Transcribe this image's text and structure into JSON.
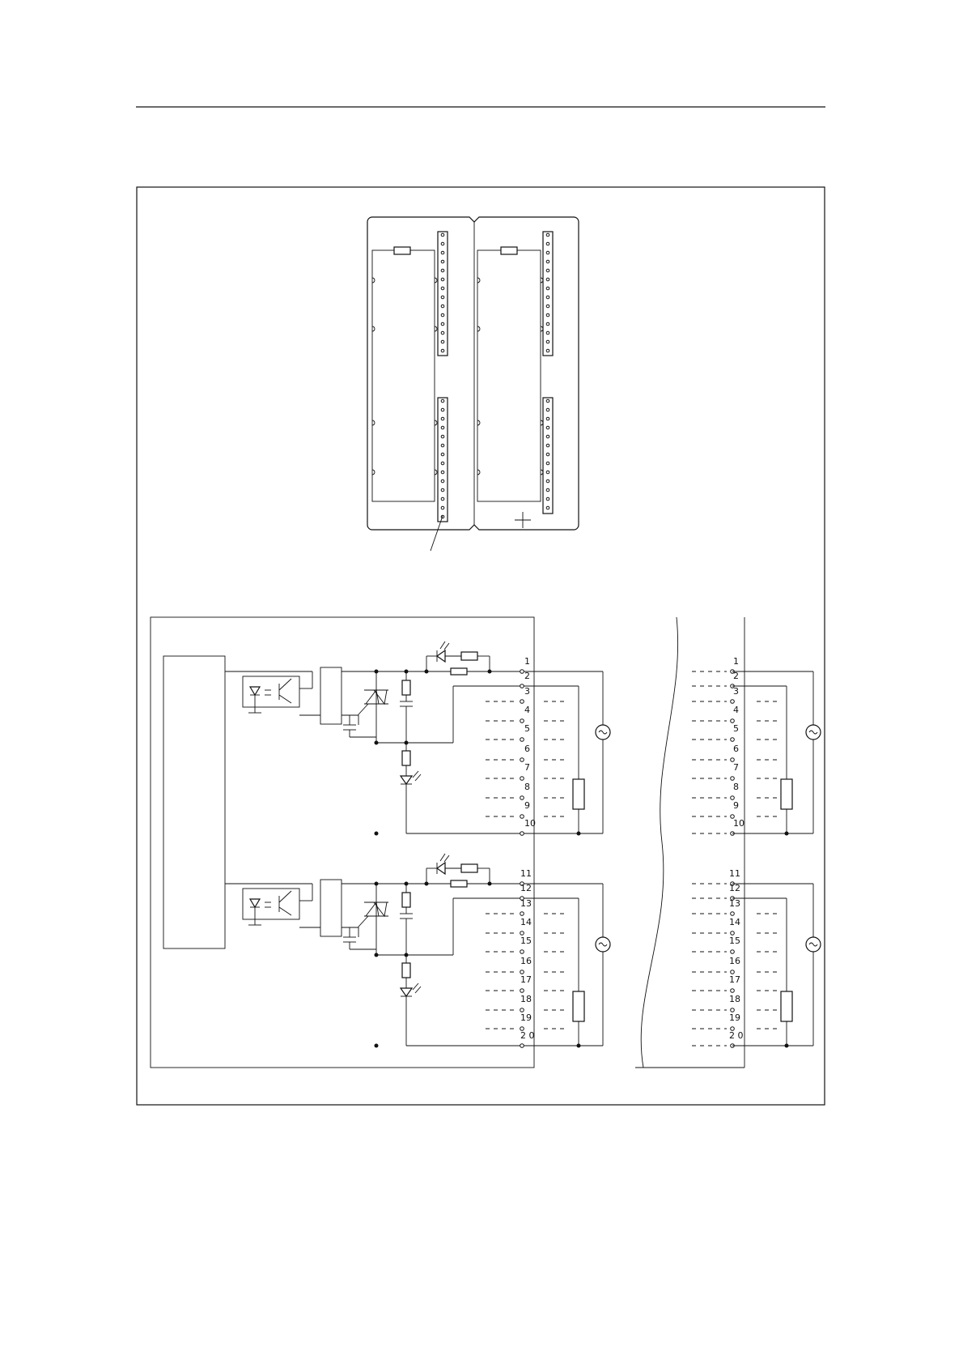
{
  "module_terminals": {
    "channel_top": [
      "1",
      "2",
      "3",
      "4",
      "5",
      "6",
      "7",
      "8",
      "9",
      "10"
    ],
    "channel_bottom": [
      "11",
      "12",
      "13",
      "14",
      "15",
      "16",
      "17",
      "18",
      "19",
      "2 0"
    ]
  },
  "icons": {
    "ac_source": "ac-source-icon",
    "triac": "triac-icon",
    "optocoupler": "optocoupler-icon",
    "led": "led-icon",
    "load": "load-resistor-icon",
    "fuse": "fuse-icon"
  },
  "colors": {
    "ink": "#111111",
    "paper": "#ffffff"
  }
}
